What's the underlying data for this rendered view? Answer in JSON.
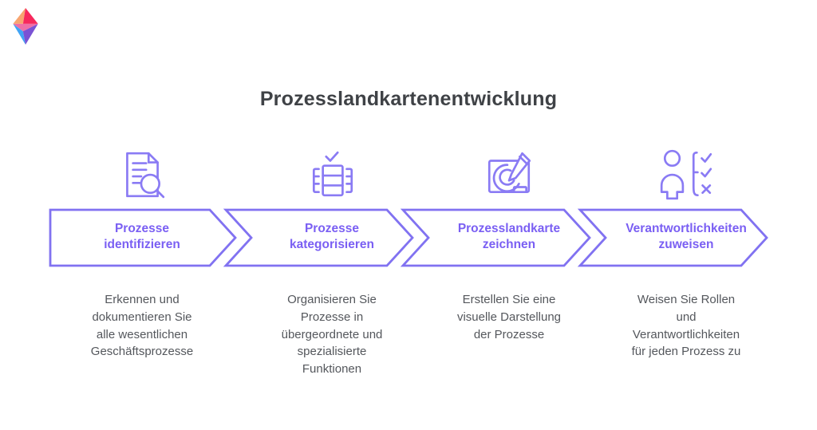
{
  "logo": {
    "name": "diamond-gem-logo",
    "colors": {
      "top_left": "#f8a570",
      "top_right": "#f7295c",
      "center": "#ef6fa6",
      "bottom_left": "#41a4f5",
      "bottom_right": "#7a52d4"
    }
  },
  "title": "Prozesslandkartenentwicklung",
  "colors": {
    "accent_border": "#8172f1",
    "accent_label": "#7a5ff3",
    "icon_stroke": "#8a7bf4",
    "title_text": "#3f4246",
    "body_text": "#54575c",
    "background": "#ffffff"
  },
  "steps": [
    {
      "icon": "document-search-icon",
      "label": "Prozesse\nidentifizieren",
      "description": "Erkennen und\ndokumentieren Sie\nalle wesentlichen\nGeschäftsprozesse"
    },
    {
      "icon": "categorize-stack-check-icon",
      "label": "Prozesse\nkategorisieren",
      "description": "Organisieren Sie\nProzesse in\nübergeordnete und\nspezialisierte\nFunktionen"
    },
    {
      "icon": "draw-map-pencil-icon",
      "label": "Prozesslandkarte\nzeichnen",
      "description": "Erstellen Sie eine\nvisuelle Darstellung\nder Prozesse"
    },
    {
      "icon": "assign-roles-person-icon",
      "label": "Verantwortlichkeiten\nzuweisen",
      "description": "Weisen Sie Rollen\nund\nVerantwortlichkeiten\nfür jeden Prozess zu"
    }
  ]
}
